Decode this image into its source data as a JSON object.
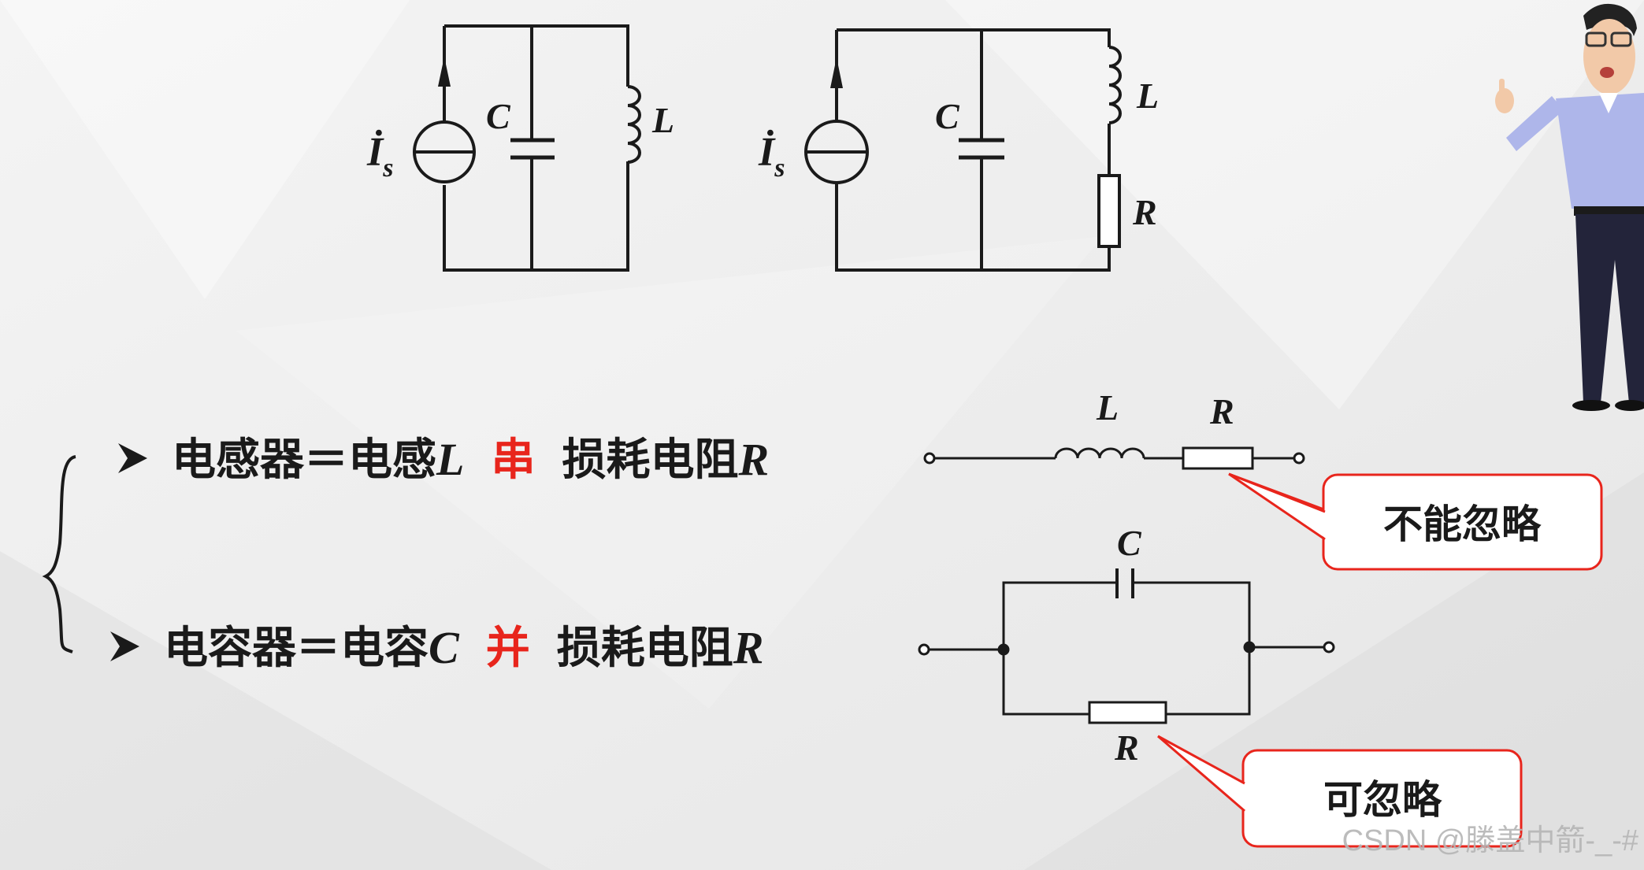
{
  "circuit_a": {
    "source_label": "İ",
    "source_sub": "s",
    "cap_label": "C",
    "ind_label": "L"
  },
  "circuit_b": {
    "source_label": "İ",
    "source_sub": "s",
    "cap_label": "C",
    "ind_label": "L",
    "res_label": "R"
  },
  "bullets": [
    {
      "prefix": "电感器＝电感",
      "var": "L",
      "connector": "串",
      "suffix": "损耗电阻",
      "var2": "R"
    },
    {
      "prefix": "电容器＝电容",
      "var": "C",
      "connector": "并",
      "suffix": "损耗电阻",
      "var2": "R"
    }
  ],
  "series_model": {
    "ind_label": "L",
    "res_label": "R",
    "callout": "不能忽略"
  },
  "parallel_model": {
    "cap_label": "C",
    "res_label": "R",
    "callout": "可忽略"
  },
  "watermark": "CSDN @滕盖中箭-_-#",
  "colors": {
    "accent": "#e8251c",
    "ink": "#1a1a1a",
    "callout_border": "#e8251c"
  },
  "icons": {
    "bullet": "arrowhead-bullet-icon",
    "presenter": "presenter-avatar"
  }
}
